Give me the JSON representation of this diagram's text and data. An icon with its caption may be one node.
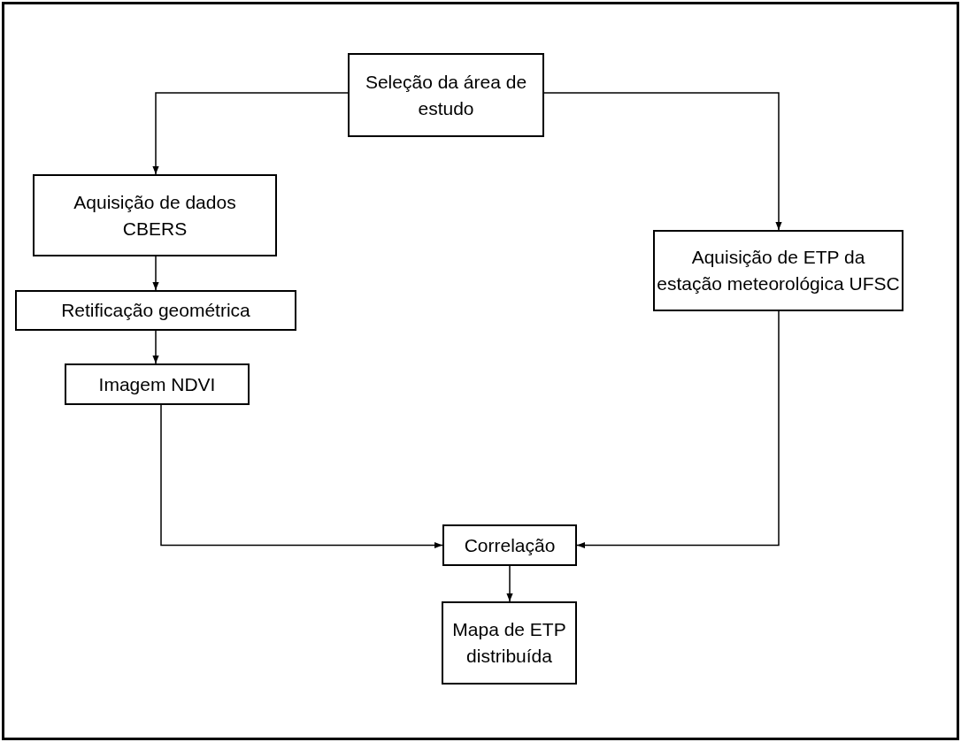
{
  "diagram": {
    "nodes": [
      {
        "text": [
          "Seleção da área de estudo"
        ]
      },
      {
        "text": [
          "Aquisição de dados CBERS"
        ]
      },
      {
        "text": [
          "Aquisição de ETP da estação meteorológica UFSC"
        ]
      },
      {
        "text": [
          "Retificação geométrica"
        ]
      },
      {
        "text": [
          "Imagem NDVI"
        ]
      },
      {
        "text": [
          "Correlação"
        ]
      },
      {
        "text": [
          "Mapa de ETP distribuída"
        ]
      }
    ],
    "edges": [
      {
        "from": 0,
        "to": 1,
        "arrow": "to"
      },
      {
        "from": 0,
        "to": 2,
        "arrow": "to"
      },
      {
        "from": 1,
        "to": 3,
        "arrow": "to"
      },
      {
        "from": 3,
        "to": 4,
        "arrow": "to"
      },
      {
        "from": 4,
        "to": 5,
        "arrow": "to"
      },
      {
        "from": 2,
        "to": 5,
        "arrow": "to"
      },
      {
        "from": 5,
        "to": 6,
        "arrow": "to"
      }
    ]
  }
}
